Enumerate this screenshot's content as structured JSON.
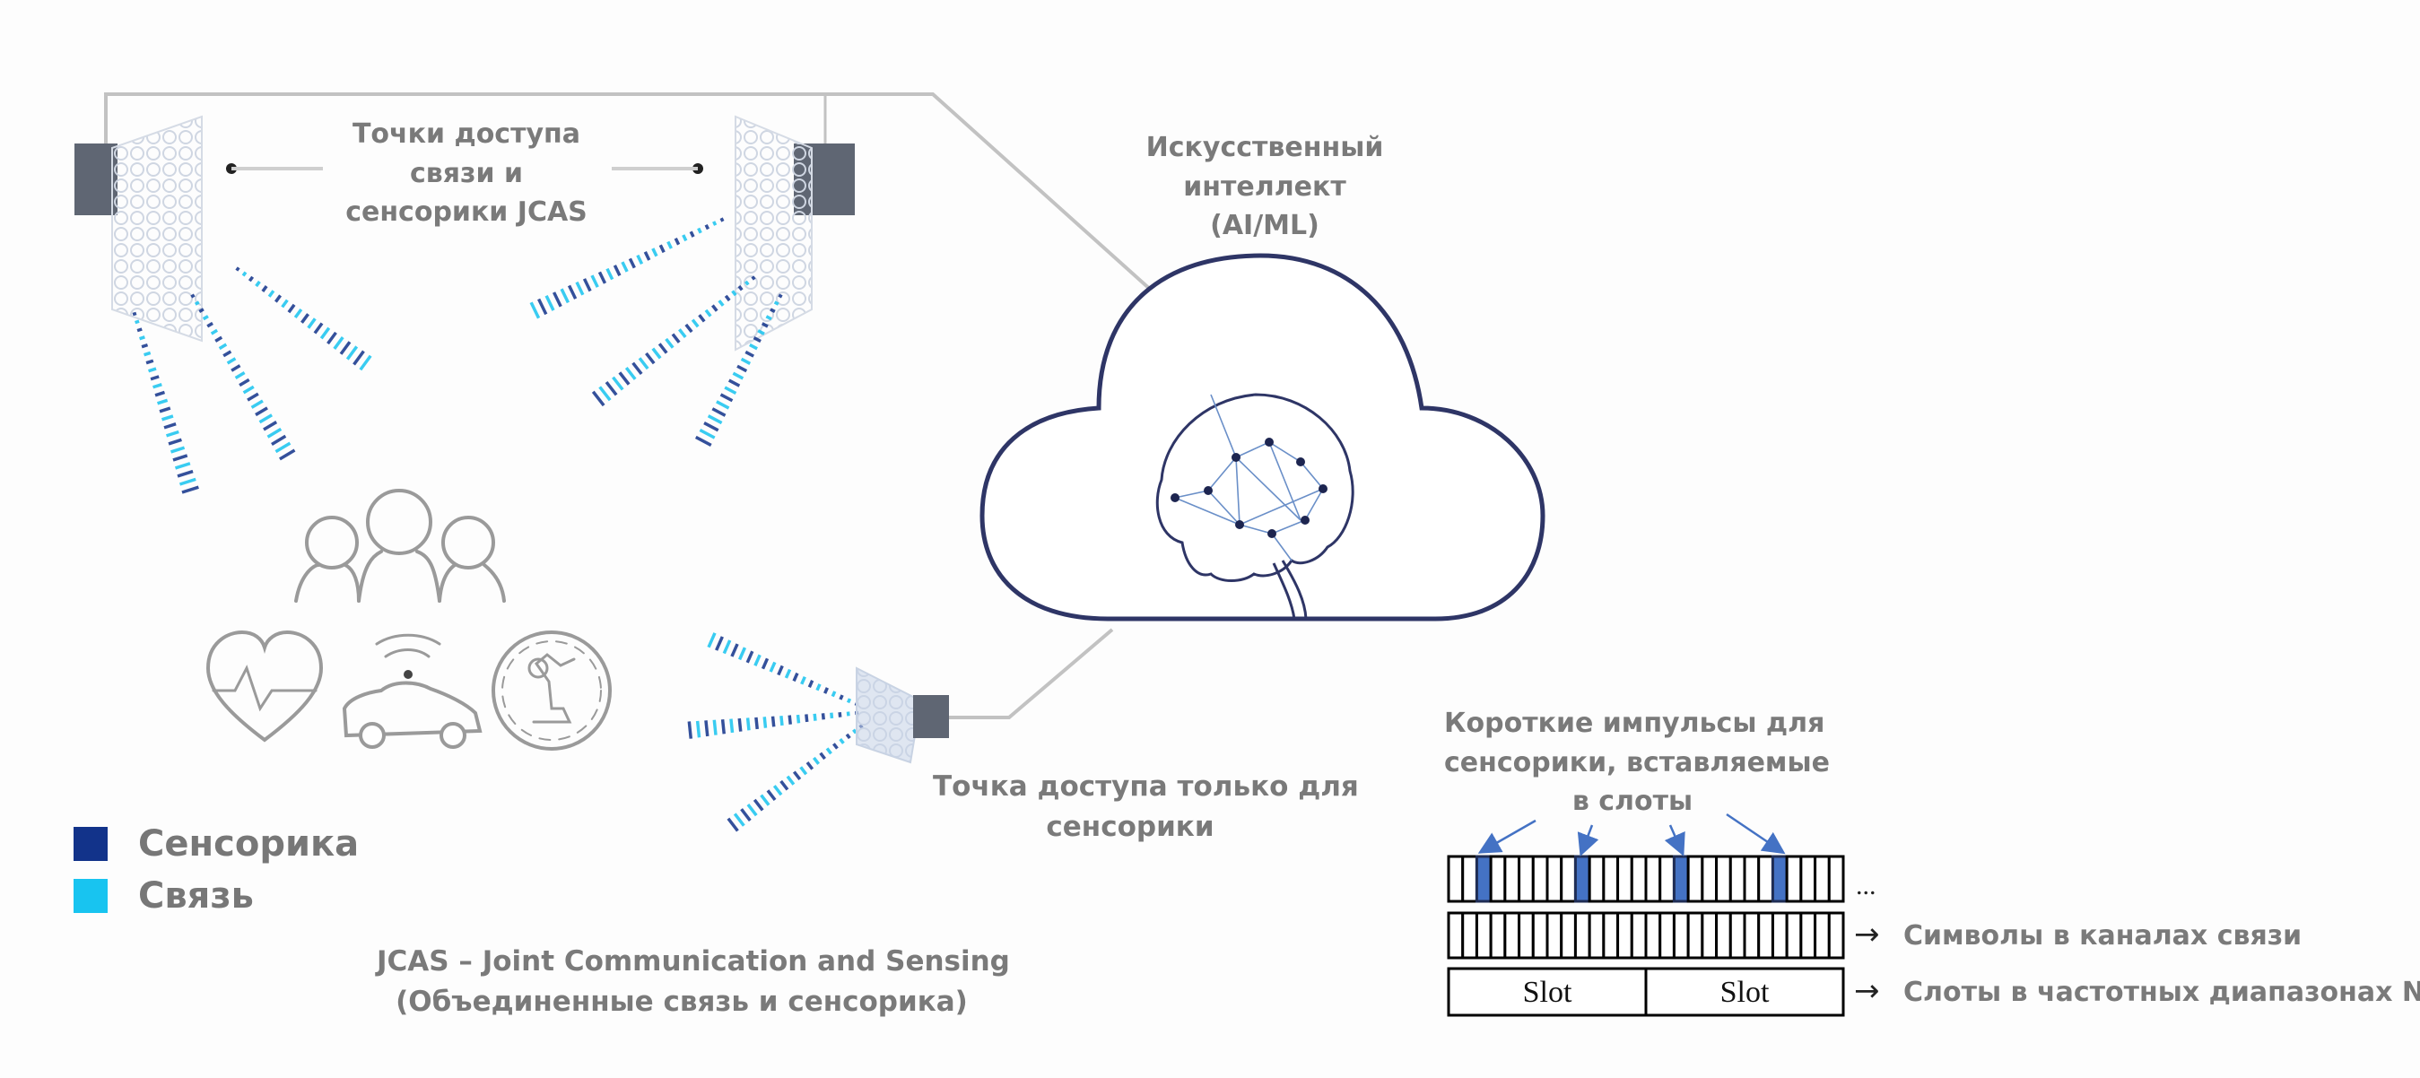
{
  "colors": {
    "sensing": "#12338a",
    "communication": "#18c4f0",
    "label_text": "#7a7a7a",
    "line_gray": "#c2c2c2",
    "device_dark": "#5f6673",
    "cloud_outline": "#2e3566",
    "pulse_blue": "#4472c4",
    "icon_gray": "#9a9a9a"
  },
  "labels": {
    "jcas_access_points": [
      "Точки доступа",
      "связи и",
      "сенсорики JCAS"
    ],
    "ai_ml": [
      "Искусственный",
      "интеллект",
      "(AI/ML)"
    ],
    "sensing_only_ap": [
      "Точка доступа только для",
      "сенсорики"
    ],
    "short_pulses": [
      "Короткие импульсы для",
      "сенсорики, вставляемые",
      "в слоты"
    ],
    "caption": [
      "JCAS – Joint Communication and Sensing",
      "(Объединенные связь и сенсорика)"
    ]
  },
  "legend": [
    {
      "label": "Сенсорика",
      "color_key": "sensing"
    },
    {
      "label": "Связь",
      "color_key": "communication"
    }
  ],
  "user_icons": [
    "people-group-icon",
    "heart-pulse-icon",
    "connected-car-icon",
    "robot-arm-icon"
  ],
  "slot_diagram": {
    "symbols_per_row": 28,
    "symbols_per_slot": 14,
    "sensing_pulse_indices": [
      2,
      9,
      16,
      23
    ],
    "ellipsis": "...",
    "arrow_glyph": "→",
    "symbols_row_label": "Символы в каналах связи",
    "slots_row_label": "Слоты в частотных диапазонах NR",
    "slots": [
      "Slot",
      "Slot"
    ]
  }
}
